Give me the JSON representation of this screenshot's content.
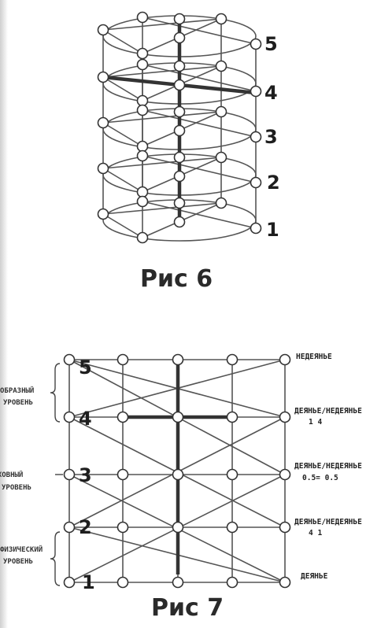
{
  "figure6": {
    "caption": "Рис 6",
    "level_numbers": [
      "5",
      "4",
      "3",
      "2",
      "1"
    ]
  },
  "figure7": {
    "caption": "Рис 7",
    "level_numbers": [
      "5",
      "4",
      "3",
      "2",
      "1"
    ],
    "right_labels": {
      "l5": "НЕДЕЯНЬЕ",
      "l4": "ДЕЯНЬЕ/НЕДЕЯНЬЕ",
      "l4_ratio": "1      4",
      "l3": "ДЕЯНЬЕ/НЕДЕЯНЬЕ",
      "l3_ratio": "0.5= 0.5",
      "l2": "ДЕЯНЬЕ/НЕДЕЯНЬЕ",
      "l2_ratio": "4      1",
      "l1": "ДЕЯНЬЕ"
    },
    "left_labels": {
      "obraz_1": "ОБРАЗНЫЙ",
      "obraz_2": "УРОВЕНЬ",
      "duh_1": "ДУХОВНЫЙ",
      "duh_2": "УРОВЕНЬ",
      "phys_1": "ФИЗИЧЕСКИЙ",
      "phys_2": "УРОВЕНЬ"
    }
  }
}
